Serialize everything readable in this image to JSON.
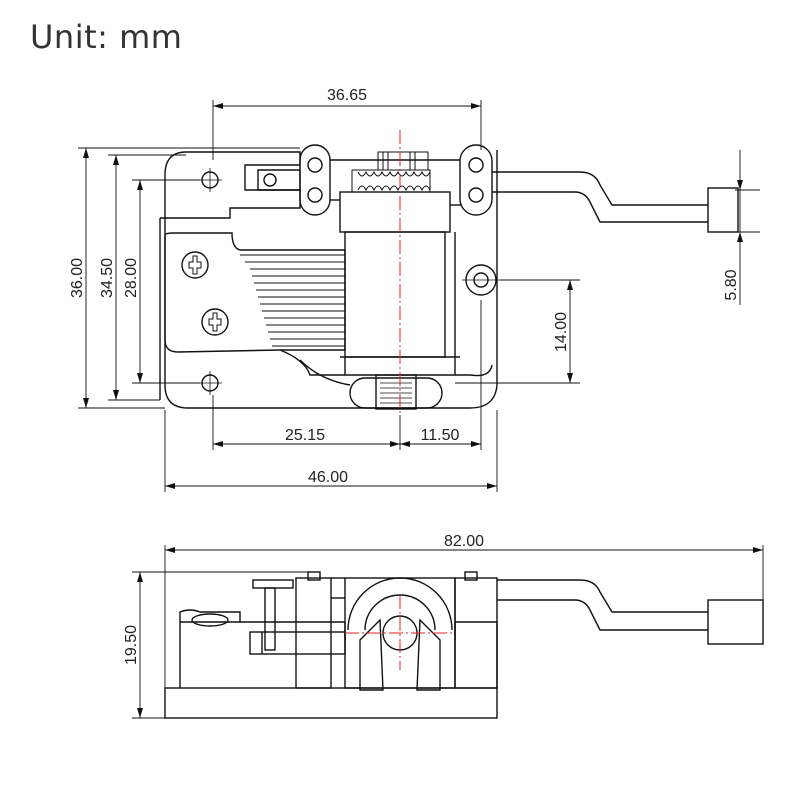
{
  "unit_label": "Unit: mm",
  "dimensions": {
    "top_width": "36.65",
    "overall_height": "36.00",
    "plate_height": "34.50",
    "hole_spacing_v": "28.00",
    "crank_offset": "5.80",
    "spring_to_shaft": "14.00",
    "left_to_center": "25.15",
    "center_to_right": "11.50",
    "plate_width": "46.00",
    "overall_length": "82.00",
    "side_height": "19.50"
  }
}
